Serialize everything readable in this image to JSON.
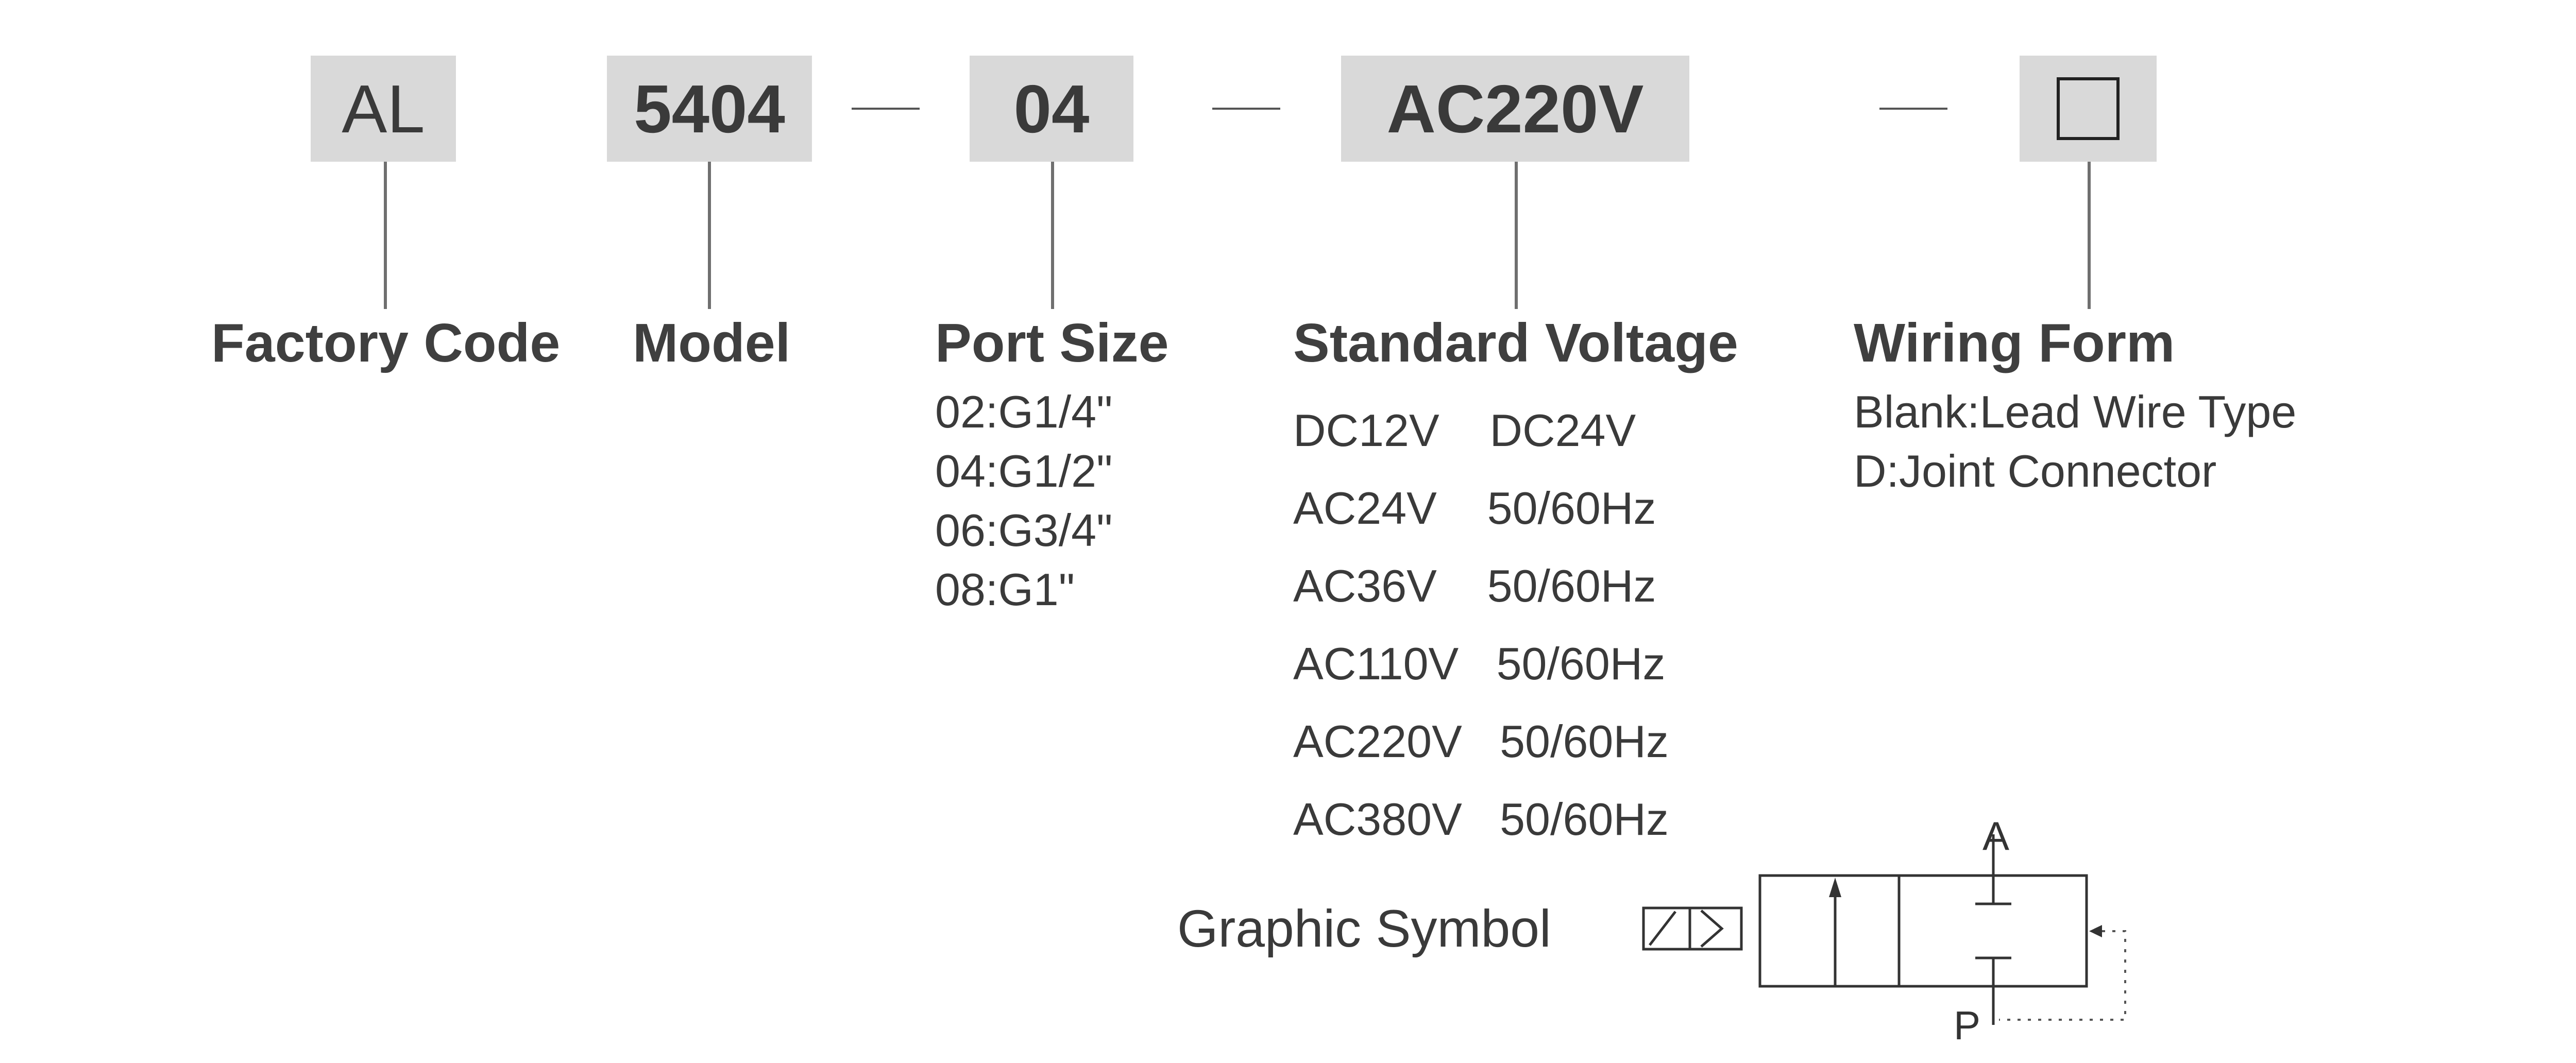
{
  "code_parts": {
    "factory": "AL",
    "model": "5404",
    "port": "04",
    "voltage": "AC220V"
  },
  "sections": {
    "factory_code": {
      "title": "Factory Code"
    },
    "model": {
      "title": "Model"
    },
    "port_size": {
      "title": "Port Size",
      "options": [
        "02:G1/4\"",
        "04:G1/2\"",
        "06:G3/4\"",
        "08:G1\""
      ]
    },
    "standard_voltage": {
      "title": "Standard Voltage",
      "options": [
        "DC12V    DC24V",
        "AC24V    50/60Hz",
        "AC36V    50/60Hz",
        "AC110V   50/60Hz",
        "AC220V   50/60Hz",
        "AC380V   50/60Hz"
      ]
    },
    "wiring_form": {
      "title": "Wiring Form",
      "options": [
        "Blank:Lead Wire Type",
        "D:Joint Connector"
      ]
    }
  },
  "graphic_symbol": {
    "label": "Graphic Symbol",
    "port_a": "A",
    "port_p": "P"
  }
}
